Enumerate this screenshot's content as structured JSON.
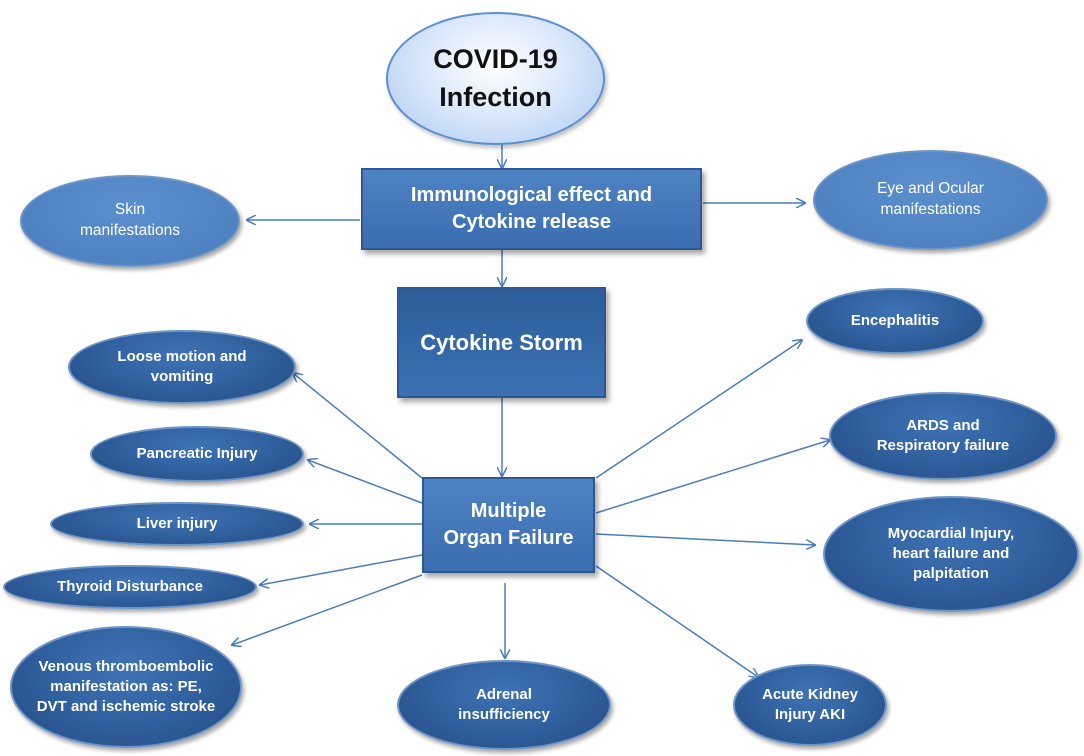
{
  "top": {
    "line1": "COVID-19",
    "line2": "Infection"
  },
  "immunological": {
    "line1": "Immunological effect and",
    "line2": "Cytokine release"
  },
  "cytokine_storm": {
    "label": "Cytokine Storm"
  },
  "mof": {
    "line1": "Multiple",
    "line2": "Organ Failure"
  },
  "skin": {
    "line1": "Skin",
    "line2": "manifestations"
  },
  "eye": {
    "line1": "Eye and Ocular",
    "line2": "manifestations"
  },
  "loose_motion": {
    "line1": "Loose motion and",
    "line2": "vomiting"
  },
  "pancreatic": {
    "label": "Pancreatic Injury"
  },
  "liver": {
    "label": "Liver injury"
  },
  "thyroid": {
    "label": "Thyroid Disturbance"
  },
  "venous": {
    "line1": "Venous thromboembolic",
    "line2": "manifestation as: PE,",
    "line3": "DVT and ischemic stroke"
  },
  "adrenal": {
    "line1": "Adrenal",
    "line2": "insufficiency"
  },
  "kidney": {
    "line1": "Acute Kidney",
    "line2": "Injury AKI"
  },
  "encephalitis": {
    "label": "Encephalitis"
  },
  "ards": {
    "line1": "ARDS and",
    "line2": "Respiratory failure"
  },
  "myocardial": {
    "line1": "Myocardial Injury,",
    "line2": "heart failure and",
    "line3": "palpitation"
  },
  "colors": {
    "node_fill": "#2f5e9c",
    "arrow": "#4a7dbc",
    "top_fill": "#dce9fb"
  }
}
